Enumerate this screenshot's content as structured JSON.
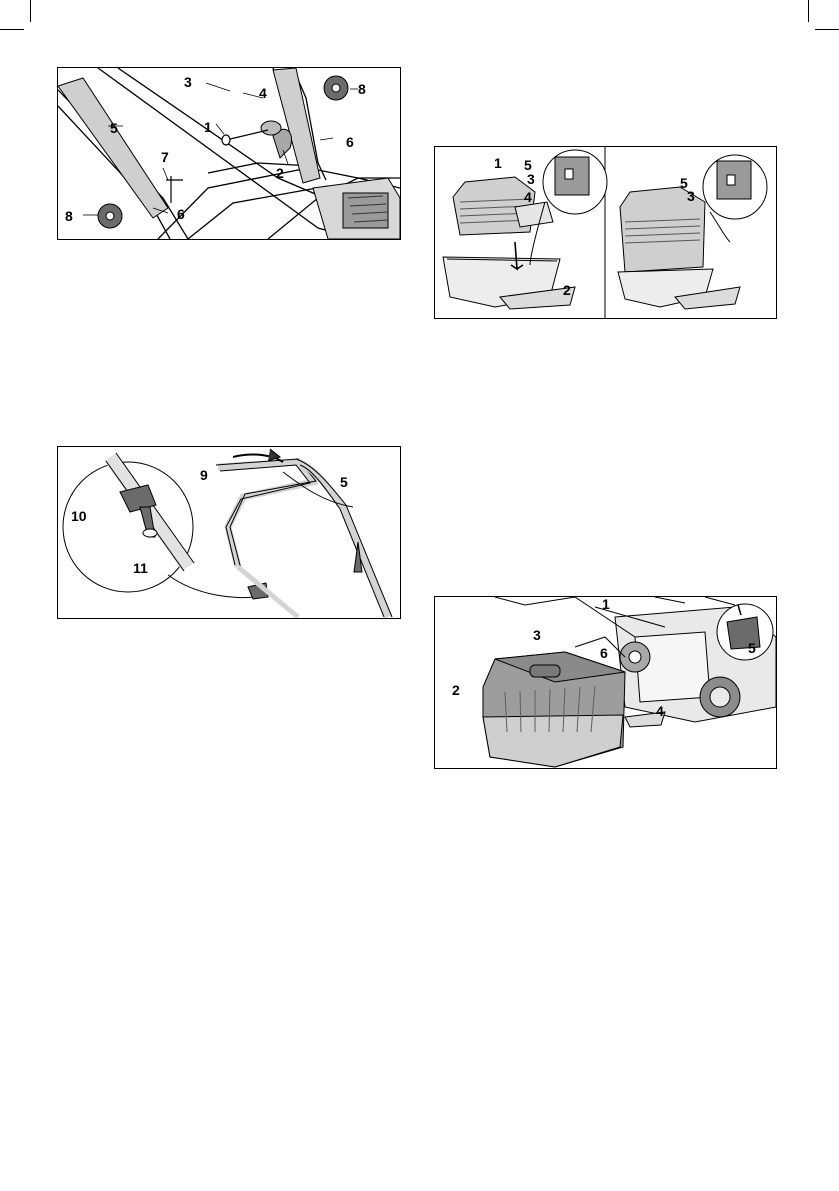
{
  "page": {
    "figures": [
      {
        "id": "handle-assembly",
        "callouts": [
          "3",
          "4",
          "8",
          "1",
          "5",
          "7",
          "6",
          "2",
          "8",
          "6"
        ]
      },
      {
        "id": "grass-box-assembly",
        "callouts": [
          "1",
          "5",
          "3",
          "4",
          "2",
          "5",
          "3"
        ]
      },
      {
        "id": "cable-clip",
        "callouts": [
          "9",
          "5",
          "10",
          "11"
        ]
      },
      {
        "id": "grass-box-mounting",
        "callouts": [
          "1",
          "3",
          "6",
          "2",
          "4",
          "5"
        ]
      }
    ]
  }
}
